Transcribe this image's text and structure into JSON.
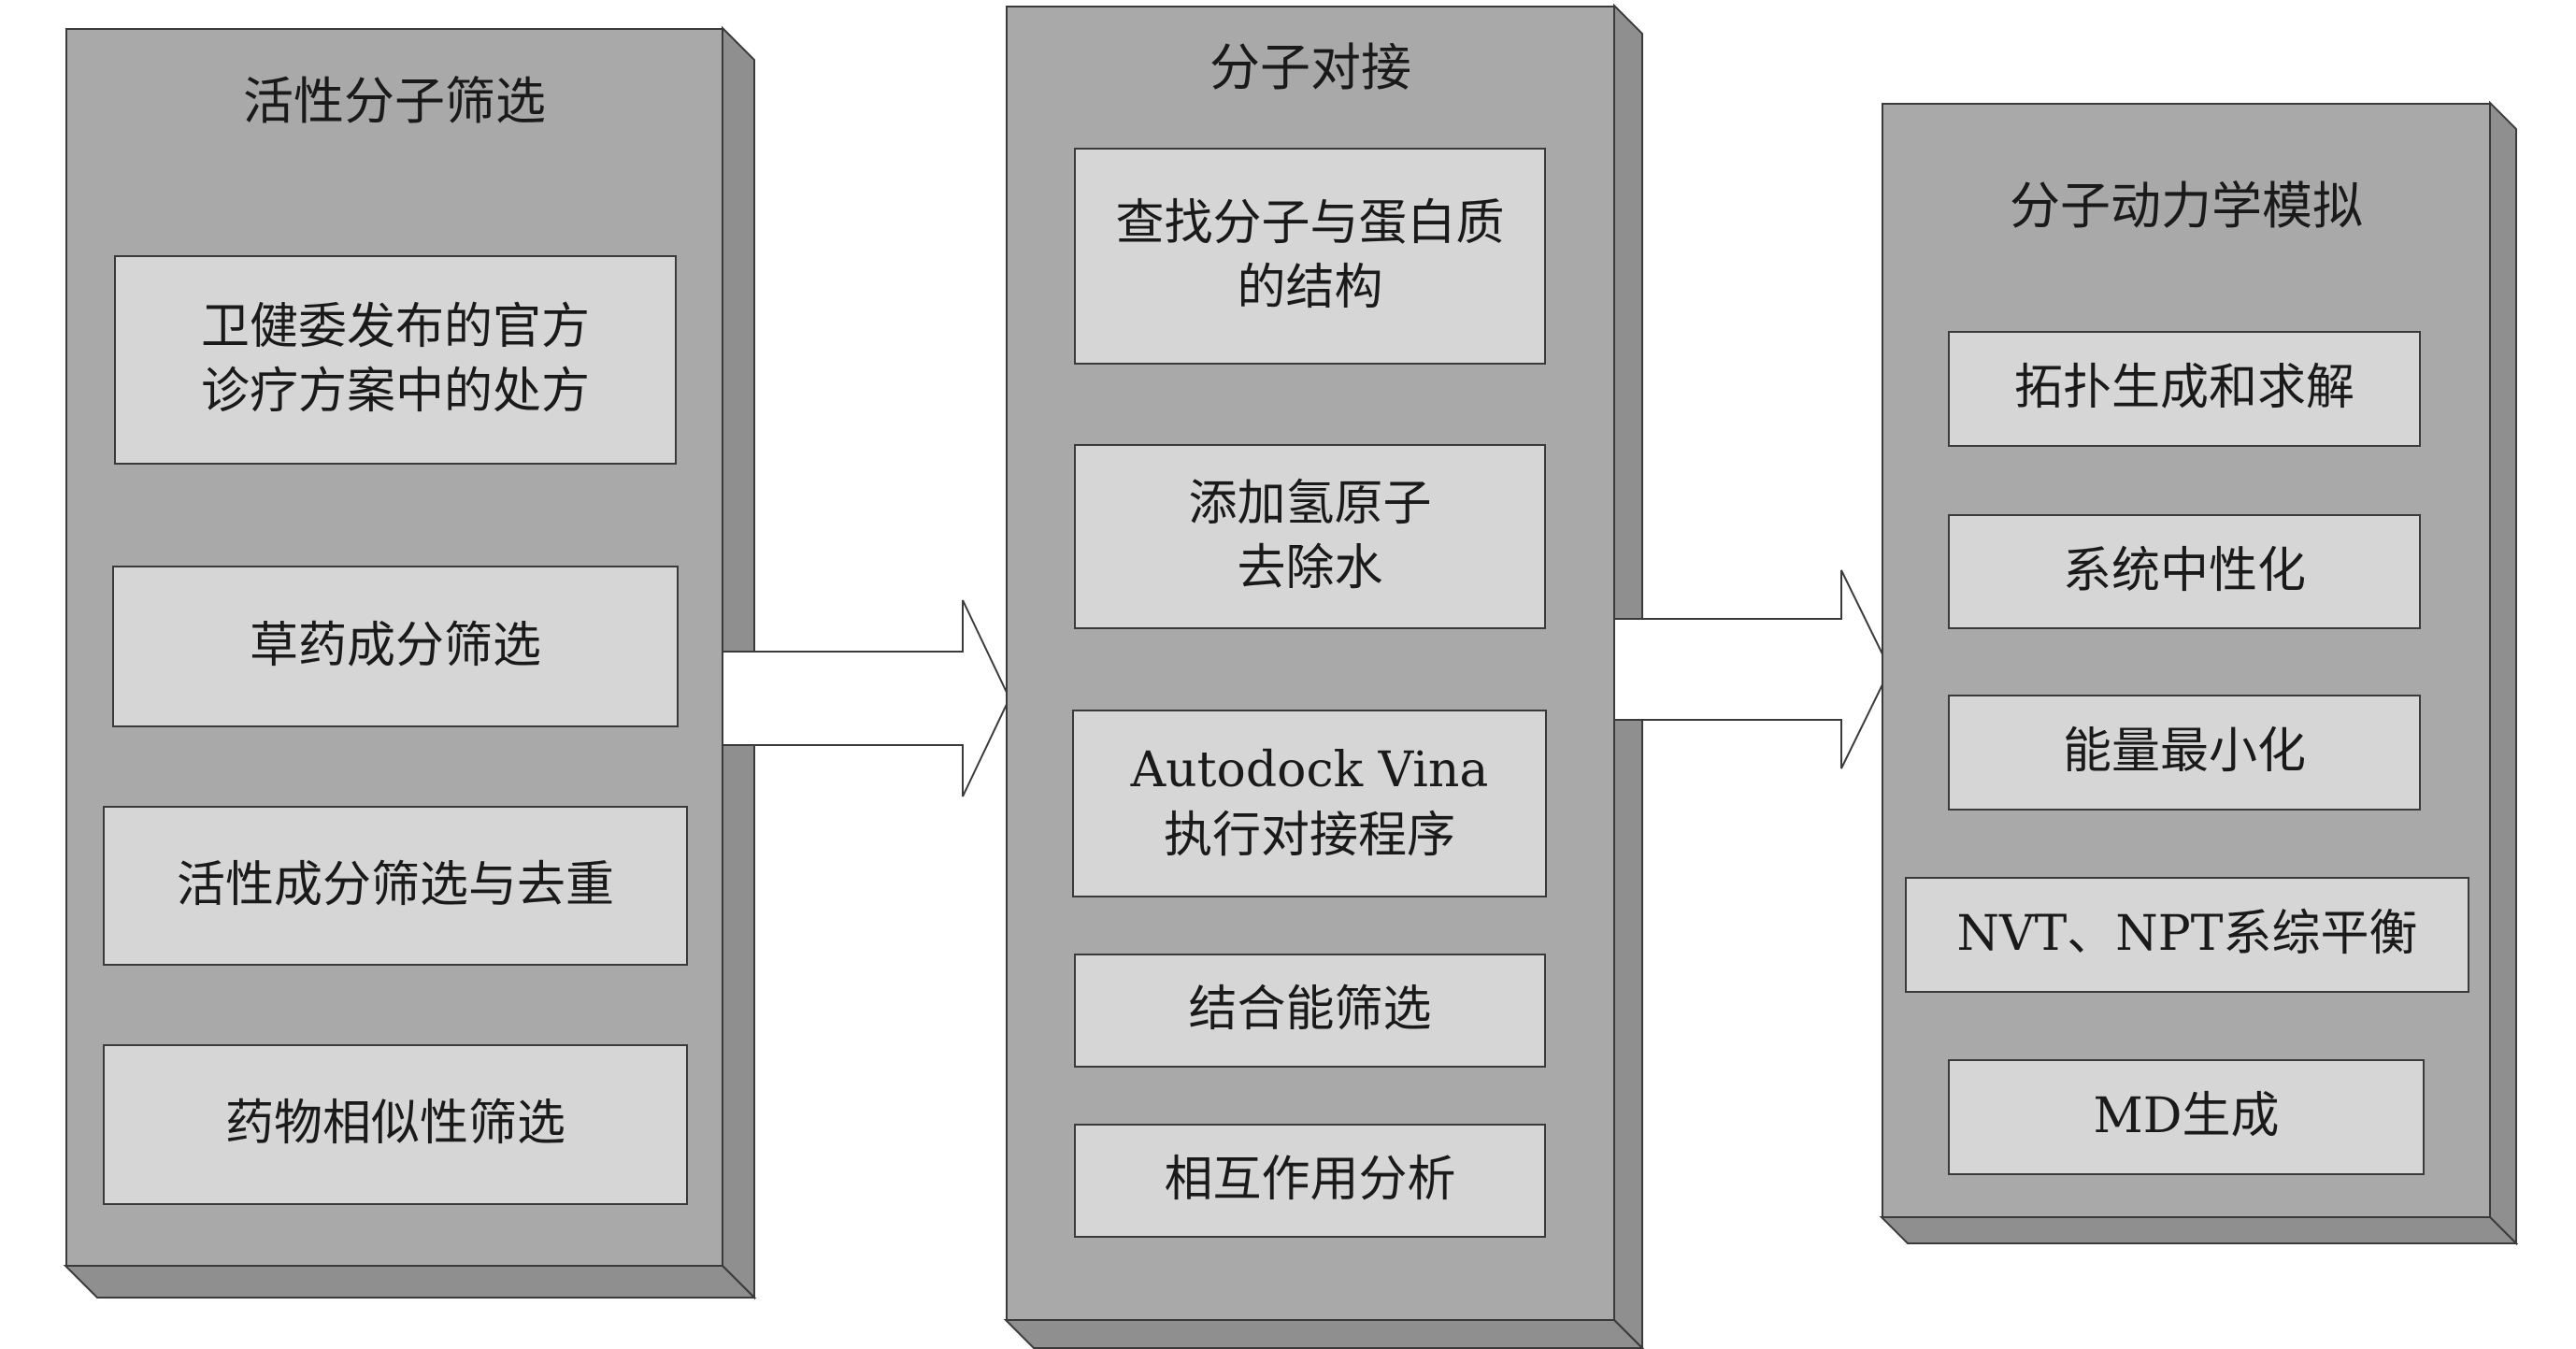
{
  "panels": {
    "screening": {
      "title": "活性分子筛选",
      "steps": [
        "卫健委发布的官方\n诊疗方案中的处方",
        "草药成分筛选",
        "活性成分筛选与去重",
        "药物相似性筛选"
      ]
    },
    "docking": {
      "title": "分子对接",
      "steps": [
        "查找分子与蛋白质\n的结构",
        "添加氢原子\n去除水",
        "Autodock Vina\n执行对接程序",
        "结合能筛选",
        "相互作用分析"
      ]
    },
    "md": {
      "title": "分子动力学模拟",
      "steps": [
        "拓扑生成和求解",
        "系统中性化",
        "能量最小化",
        "NVT、NPT系综平衡",
        "MD生成"
      ]
    }
  },
  "colors": {
    "panel_fill": "#a9a9a9",
    "box_fill": "#d6d6d6",
    "line": "#3a3a3a"
  }
}
